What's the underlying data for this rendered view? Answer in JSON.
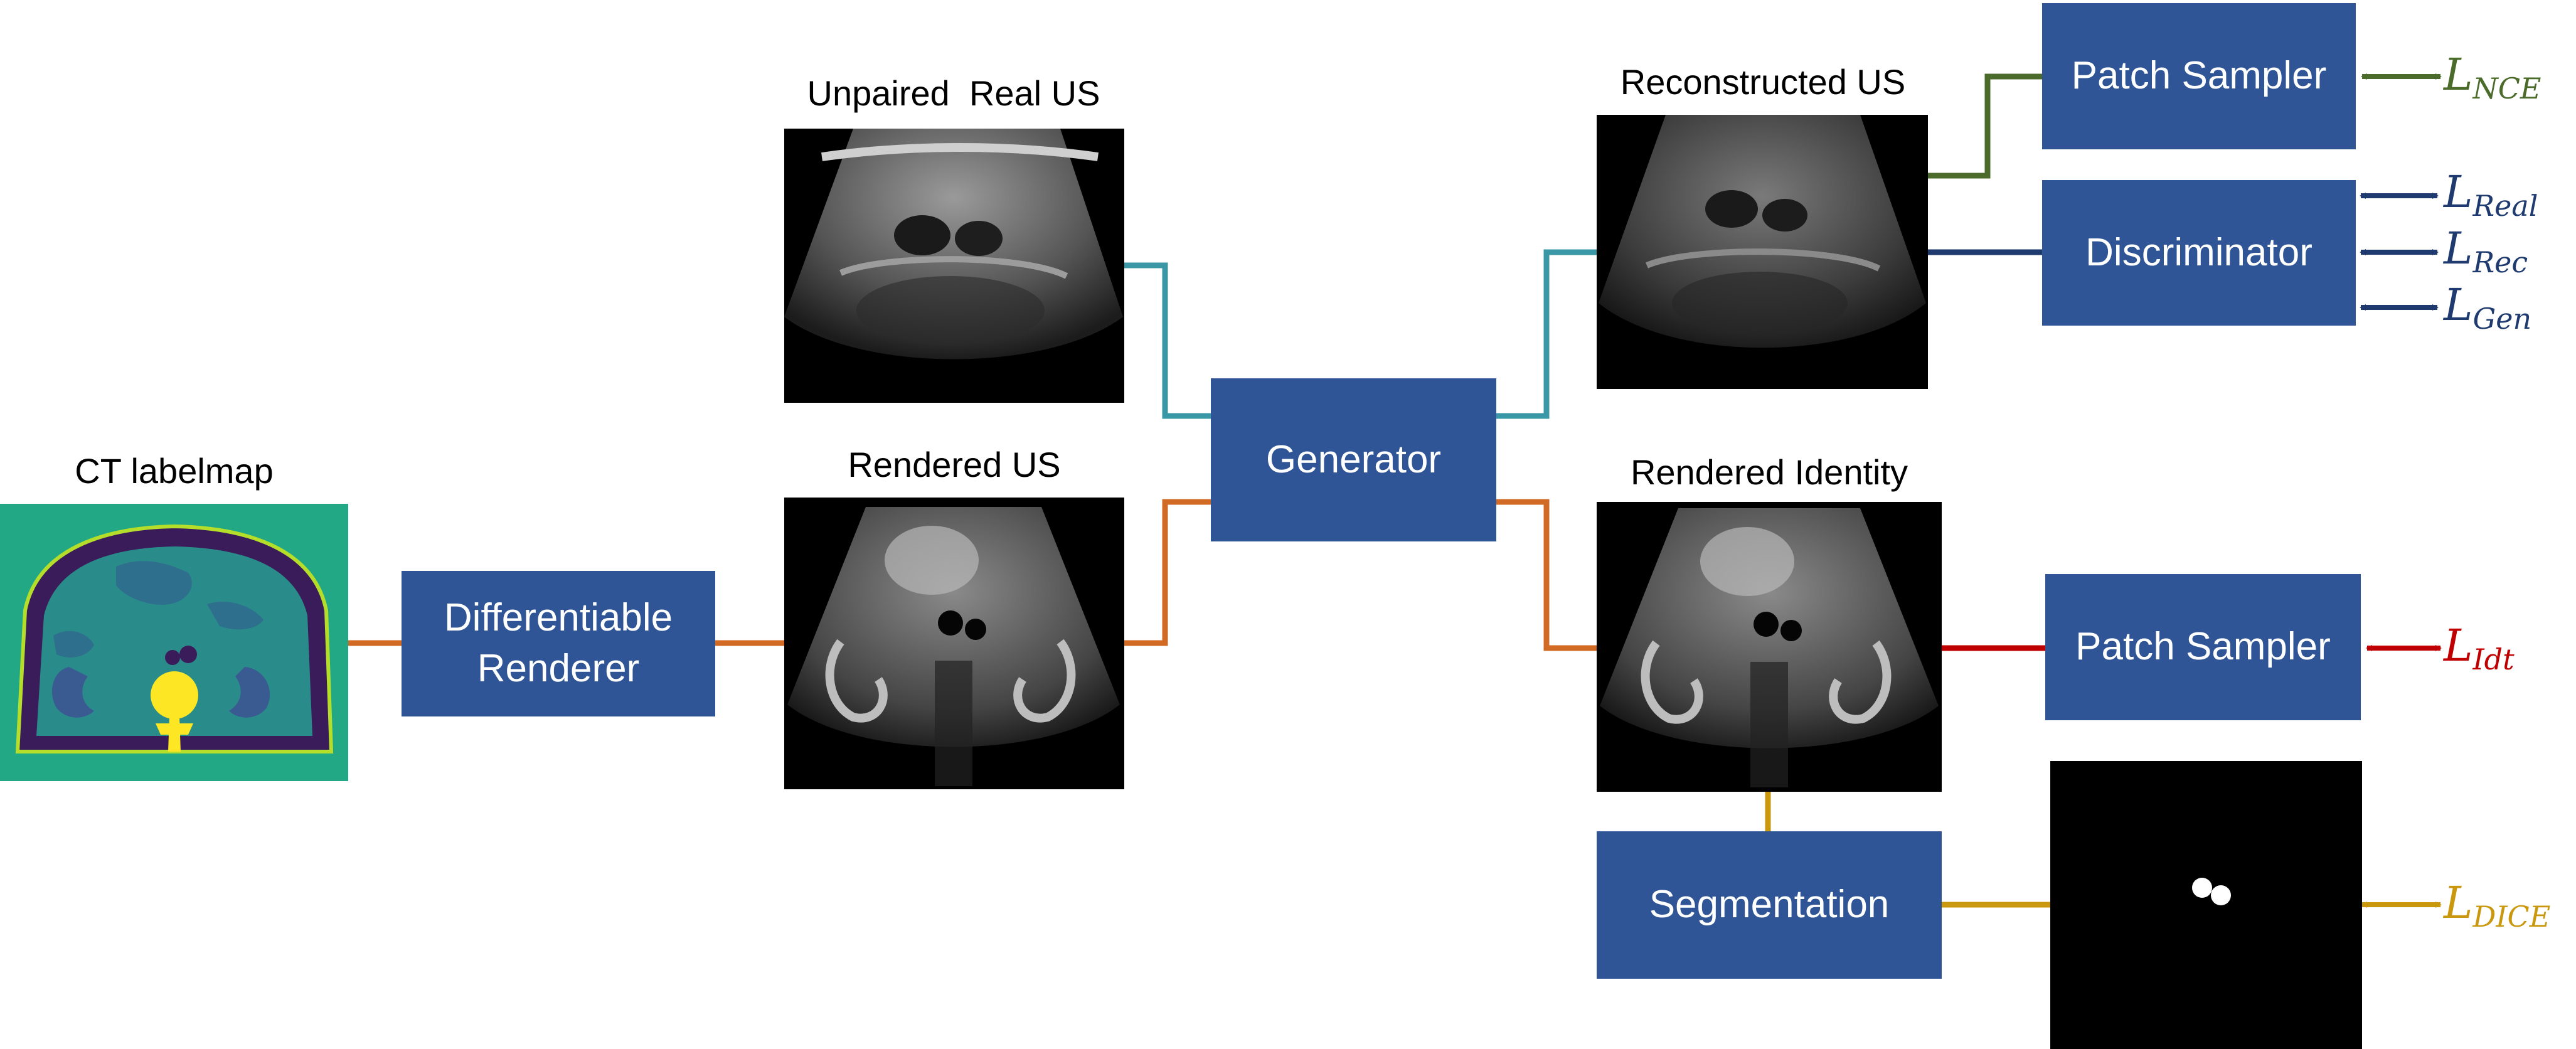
{
  "labels": {
    "ct_labelmap": "CT labelmap",
    "unpaired_real_us": "Unpaired  Real US",
    "rendered_us": "Rendered US",
    "reconstructed_us": "Reconstructed US",
    "rendered_identity": "Rendered Identity"
  },
  "boxes": {
    "renderer": "Differentiable\nRenderer",
    "generator": "Generator",
    "patch_sampler_top": "Patch Sampler",
    "discriminator": "Discriminator",
    "patch_sampler_bottom": "Patch Sampler",
    "segmentation": "Segmentation"
  },
  "losses": {
    "nce": {
      "base": "L",
      "sub": "NCE"
    },
    "real": {
      "base": "L",
      "sub": "Real"
    },
    "rec": {
      "base": "L",
      "sub": "Rec"
    },
    "gen": {
      "base": "L",
      "sub": "Gen"
    },
    "idt": {
      "base": "L",
      "sub": "Idt"
    },
    "dice": {
      "base": "L",
      "sub": "DICE"
    }
  },
  "colors": {
    "box": "#2f5597",
    "teal": "#3a97a6",
    "orange": "#d06a24",
    "green": "#4a6b2a",
    "navy": "#1f3a6e",
    "red": "#c00000",
    "gold": "#c9980e"
  }
}
